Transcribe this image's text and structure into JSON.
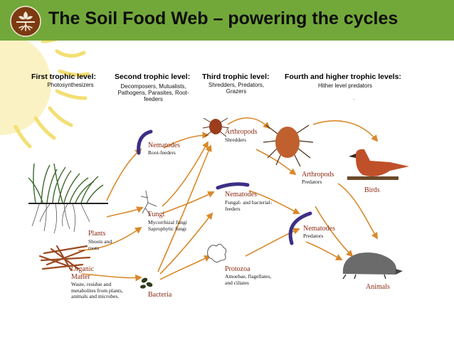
{
  "header": {
    "title": "The Soil Food Web – powering the cycles",
    "bar_color": "#72a83a",
    "logo_icon": "plant-roots-icon"
  },
  "levels": [
    {
      "heading": "First trophic level:",
      "sub": "Photosynthesizers"
    },
    {
      "heading": "Second trophic level:",
      "sub": "Decomposers, Mutualists, Pathogens, Parasites, Root-feeders"
    },
    {
      "heading": "Third trophic level:",
      "sub": "Shredders, Predators, Grazers"
    },
    {
      "heading": "Fourth and higher trophic levels:",
      "sub": "Hither level predators"
    }
  ],
  "nodes": {
    "plants": {
      "title": "Plants",
      "sub": "Shoots and roots"
    },
    "organic_matter": {
      "title": "Organic Matter",
      "sub": "Waste, residue and metabolites from plants, animals and microbes."
    },
    "nematodes_root": {
      "title": "Nematodes",
      "sub": "Root-feeders"
    },
    "fungi": {
      "title": "Fungi",
      "sub": "Mycorrhizal fungi Saprophytic fungi"
    },
    "bacteria": {
      "title": "Bacteria"
    },
    "arthropods_shred": {
      "title": "Arthropods",
      "sub": "Shredders"
    },
    "nematodes_fb": {
      "title": "Nematodes",
      "sub": "Fungal- and bacterial-feeders"
    },
    "protozoa": {
      "title": "Protozoa",
      "sub": "Amoebae, flagellates, and ciliates"
    },
    "arthropods_pred": {
      "title": "Arthropods",
      "sub": "Predators"
    },
    "nematodes_pred": {
      "title": "Nematodes",
      "sub": "Predators"
    },
    "birds": {
      "title": "Birds"
    },
    "animals": {
      "title": "Animals"
    }
  },
  "colors": {
    "arrow": "#d9882a",
    "sun": "#f3df73",
    "node_title": "#8b2b13",
    "nematode": "#3c2f86"
  }
}
